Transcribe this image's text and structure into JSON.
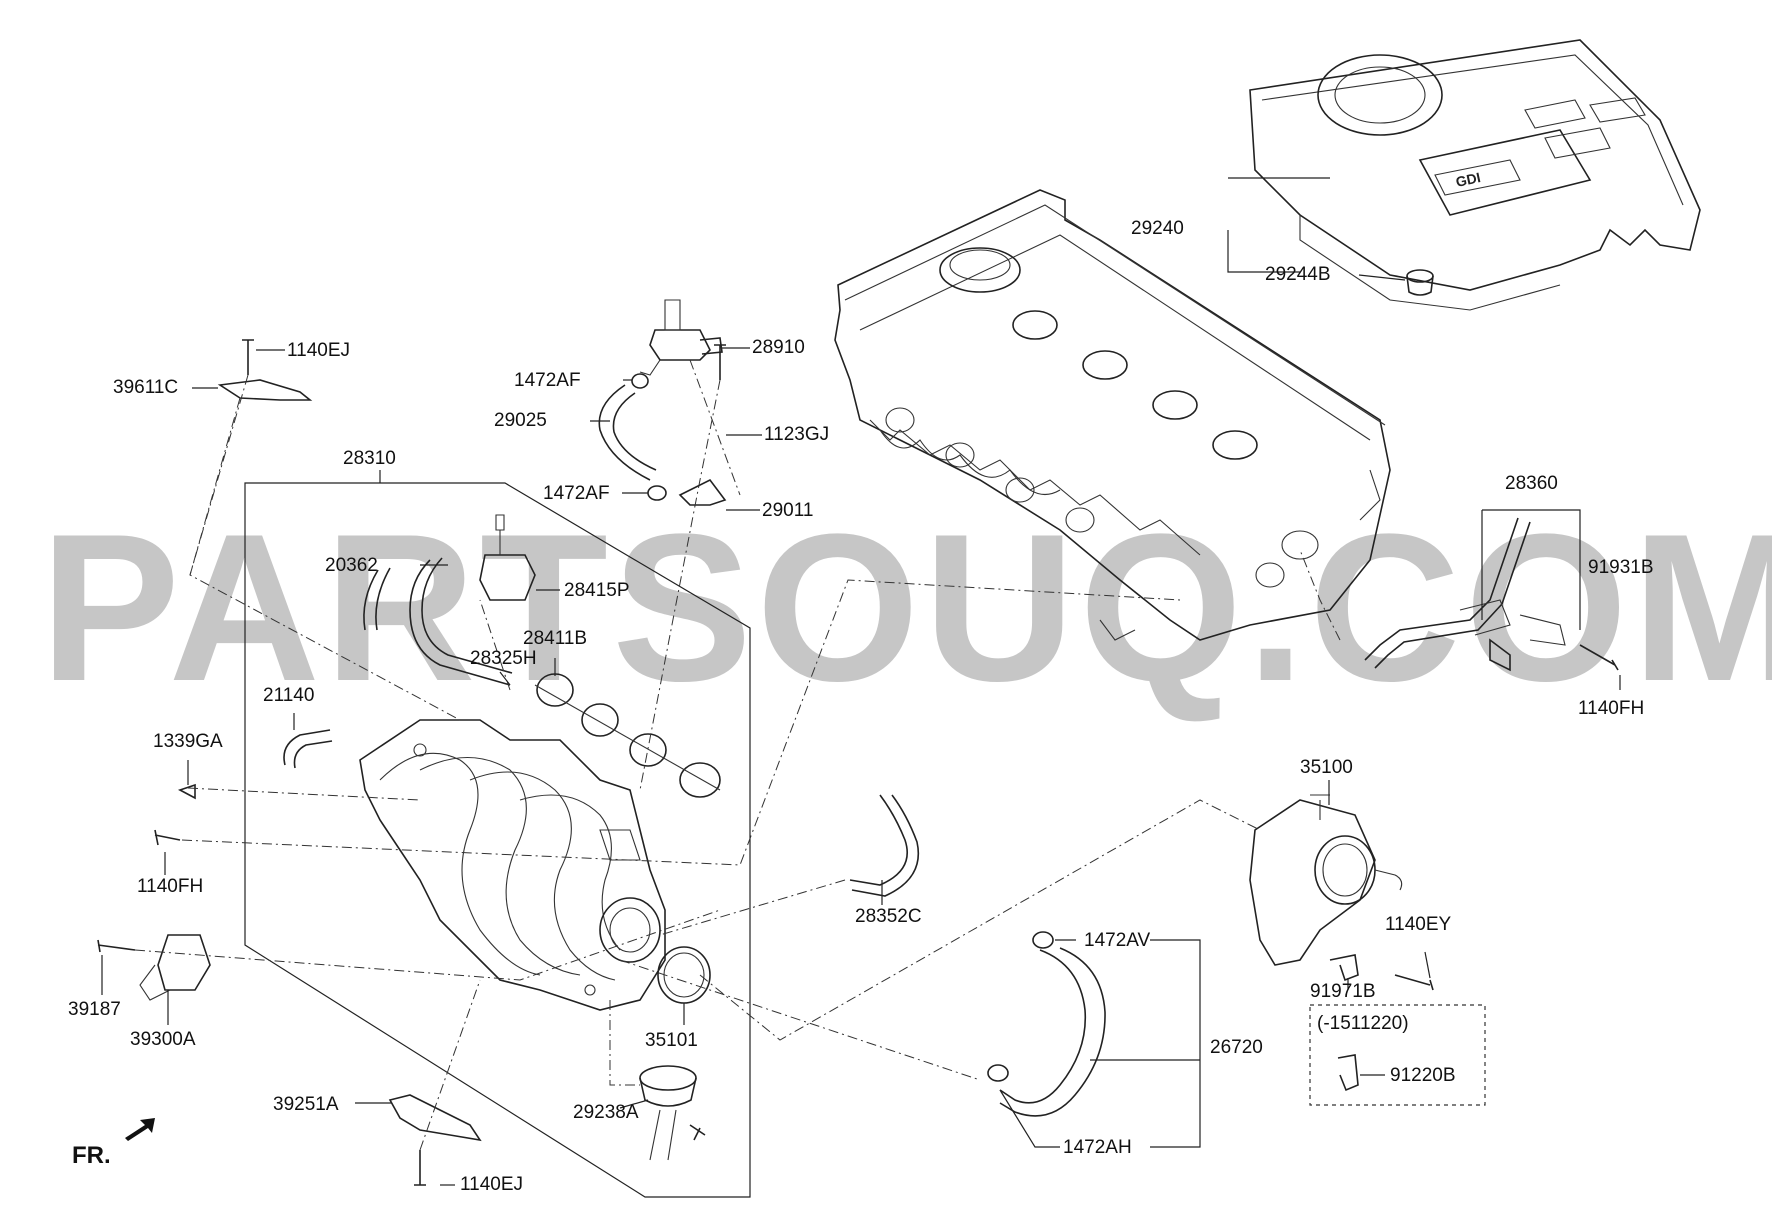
{
  "watermark": "PARTSOUQ.COM",
  "direction_label": "FR.",
  "callouts": {
    "c29240": "29240",
    "c29244B": "29244B",
    "c1140EJ_top": "1140EJ",
    "c39611C": "39611C",
    "c28910": "28910",
    "c1472AF_top": "1472AF",
    "c29025": "29025",
    "c1123GJ": "1123GJ",
    "c1472AF_mid": "1472AF",
    "c29011": "29011",
    "c28310": "28310",
    "c20362": "20362",
    "c28415P": "28415P",
    "c28411B": "28411B",
    "c28325H": "28325H",
    "c21140": "21140",
    "c1339GA": "1339GA",
    "c1140FH_left": "1140FH",
    "c39187": "39187",
    "c39300A": "39300A",
    "c28352C": "28352C",
    "c35101": "35101",
    "c29238A": "29238A",
    "c39251A": "39251A",
    "c1140EJ_bottom": "1140EJ",
    "c28360": "28360",
    "c91931B": "91931B",
    "c1140FH_right": "1140FH",
    "c35100": "35100",
    "c1140EY": "1140EY",
    "c91971B": "91971B",
    "c1511220": "(-1511220)",
    "c91220B": "91220B",
    "c1472AV": "1472AV",
    "c26720": "26720",
    "c1472AH": "1472AH"
  },
  "colors": {
    "line": "#222222",
    "watermark": "#b8b8b8",
    "background": "#ffffff"
  }
}
